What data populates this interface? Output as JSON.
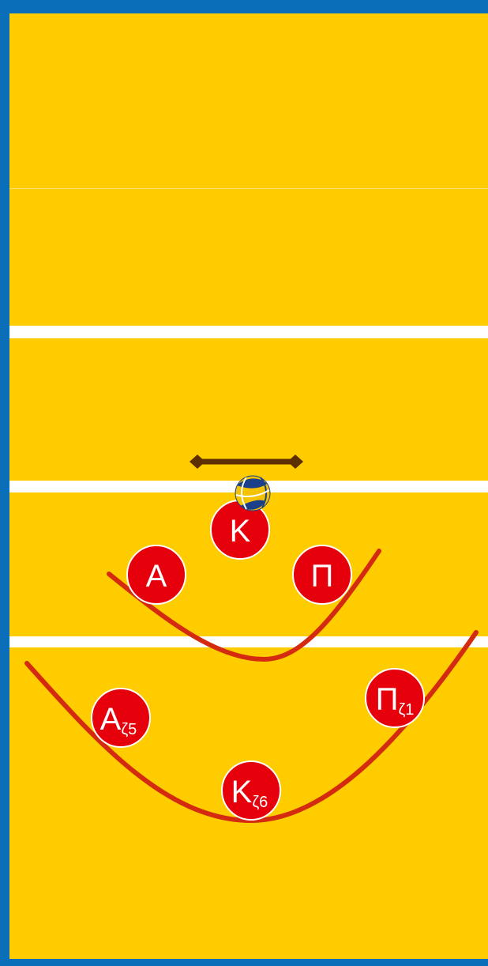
{
  "colors": {
    "frame": "#0a6fb8",
    "court": "#ffcc00",
    "court_line": "#ffffff",
    "coverage_curve": "#d42a0f",
    "player_fill": "#e5000c",
    "player_border": "#ffffff",
    "net_bar": "#5c2e00"
  },
  "icons": {
    "ball": "volleyball-icon",
    "net": "net-antenna-bar-icon"
  },
  "players": [
    {
      "id": "k",
      "main": "Κ",
      "sub": ""
    },
    {
      "id": "a",
      "main": "Α",
      "sub": ""
    },
    {
      "id": "p",
      "main": "Π",
      "sub": ""
    },
    {
      "id": "a-z5",
      "main": "Α",
      "sub": "ζ5"
    },
    {
      "id": "p-z1",
      "main": "Π",
      "sub": "ζ1"
    },
    {
      "id": "k-z6",
      "main": "Κ",
      "sub": "ζ6"
    }
  ]
}
